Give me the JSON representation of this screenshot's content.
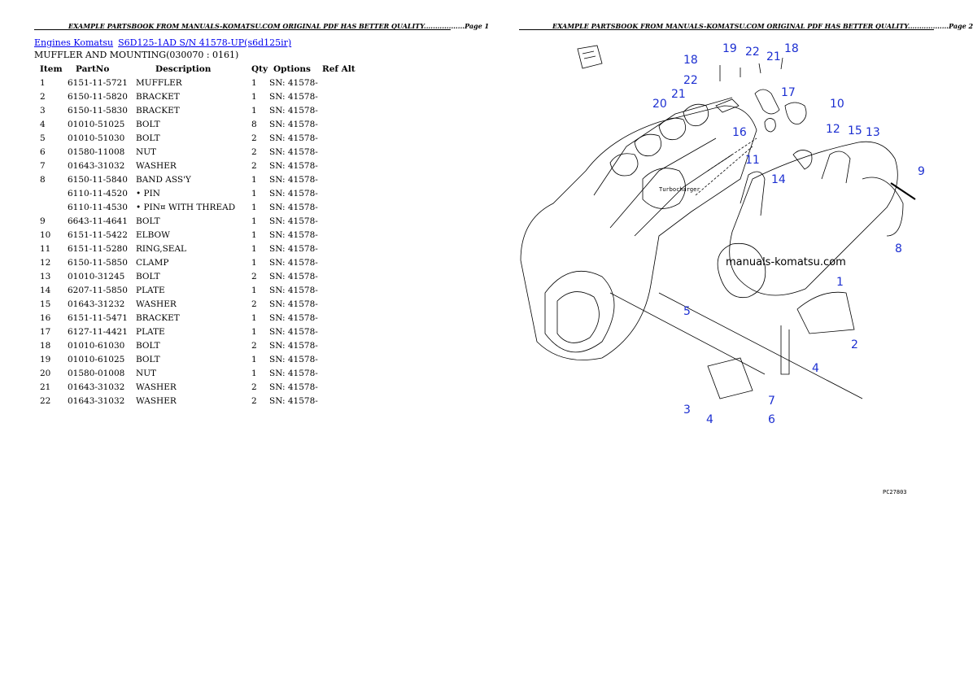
{
  "header": {
    "page1": "EXAMPLE PARTSBOOK FROM MANUALS-KOMATSU.COM ORIGINAL PDF HAS BETTER QUALITY..................Page 1",
    "page2": "EXAMPLE PARTSBOOK FROM MANUALS-KOMATSU.COM ORIGINAL PDF HAS BETTER QUALITY..................Page 2"
  },
  "breadcrumb": {
    "engines": "Engines Komatsu",
    "model": "S6D125-1AD S/N 41578-UP(s6d125ir)"
  },
  "subtitle": "MUFFLER AND MOUNTING(030070 : 0161)",
  "table": {
    "headers": [
      "Item",
      "PartNo",
      "Description",
      "Qty",
      "Options",
      "Ref Alt"
    ],
    "rows": [
      {
        "item": "1",
        "part": "6151-11-5721",
        "desc": "MUFFLER",
        "qty": "1",
        "opt": "SN: 41578-"
      },
      {
        "item": "2",
        "part": "6150-11-5820",
        "desc": "BRACKET",
        "qty": "1",
        "opt": "SN: 41578-"
      },
      {
        "item": "3",
        "part": "6150-11-5830",
        "desc": "BRACKET",
        "qty": "1",
        "opt": "SN: 41578-"
      },
      {
        "item": "4",
        "part": "01010-51025",
        "desc": "BOLT",
        "qty": "8",
        "opt": "SN: 41578-"
      },
      {
        "item": "5",
        "part": "01010-51030",
        "desc": "BOLT",
        "qty": "2",
        "opt": "SN: 41578-"
      },
      {
        "item": "6",
        "part": "01580-11008",
        "desc": "NUT",
        "qty": "2",
        "opt": "SN: 41578-"
      },
      {
        "item": "7",
        "part": "01643-31032",
        "desc": "WASHER",
        "qty": "2",
        "opt": "SN: 41578-"
      },
      {
        "item": "8",
        "part": "6150-11-5840",
        "desc": "BAND ASS'Y",
        "qty": "1",
        "opt": "SN: 41578-"
      },
      {
        "item": "",
        "part": "6110-11-4520",
        "desc": "• PIN",
        "qty": "1",
        "opt": "SN: 41578-"
      },
      {
        "item": "",
        "part": "6110-11-4530",
        "desc": "• PIN¤ WITH THREAD",
        "qty": "1",
        "opt": "SN: 41578-"
      },
      {
        "item": "9",
        "part": "6643-11-4641",
        "desc": "BOLT",
        "qty": "1",
        "opt": "SN: 41578-"
      },
      {
        "item": "10",
        "part": "6151-11-5422",
        "desc": "ELBOW",
        "qty": "1",
        "opt": "SN: 41578-"
      },
      {
        "item": "11",
        "part": "6151-11-5280",
        "desc": "RING,SEAL",
        "qty": "1",
        "opt": "SN: 41578-"
      },
      {
        "item": "12",
        "part": "6150-11-5850",
        "desc": "CLAMP",
        "qty": "1",
        "opt": "SN: 41578-"
      },
      {
        "item": "13",
        "part": "01010-31245",
        "desc": "BOLT",
        "qty": "2",
        "opt": "SN: 41578-"
      },
      {
        "item": "14",
        "part": "6207-11-5850",
        "desc": "PLATE",
        "qty": "1",
        "opt": "SN: 41578-"
      },
      {
        "item": "15",
        "part": "01643-31232",
        "desc": "WASHER",
        "qty": "2",
        "opt": "SN: 41578-"
      },
      {
        "item": "16",
        "part": "6151-11-5471",
        "desc": "BRACKET",
        "qty": "1",
        "opt": "SN: 41578-"
      },
      {
        "item": "17",
        "part": "6127-11-4421",
        "desc": "PLATE",
        "qty": "1",
        "opt": "SN: 41578-"
      },
      {
        "item": "18",
        "part": "01010-61030",
        "desc": "BOLT",
        "qty": "2",
        "opt": "SN: 41578-"
      },
      {
        "item": "19",
        "part": "01010-61025",
        "desc": "BOLT",
        "qty": "1",
        "opt": "SN: 41578-"
      },
      {
        "item": "20",
        "part": "01580-01008",
        "desc": "NUT",
        "qty": "1",
        "opt": "SN: 41578-"
      },
      {
        "item": "21",
        "part": "01643-31032",
        "desc": "WASHER",
        "qty": "2",
        "opt": "SN: 41578-"
      },
      {
        "item": "22",
        "part": "01643-31032",
        "desc": "WASHER",
        "qty": "2",
        "opt": "SN: 41578-"
      }
    ]
  },
  "diagram": {
    "watermark": "manuals-komatsu.com",
    "turbo_label": "Turbocharger",
    "code": "PC27803",
    "labels": [
      "19",
      "22",
      "18",
      "21",
      "18",
      "22",
      "17",
      "21",
      "20",
      "10",
      "16",
      "12",
      "15",
      "13",
      "11",
      "14",
      "9",
      "8",
      "1",
      "5",
      "2",
      "4",
      "3",
      "4",
      "7",
      "6"
    ]
  }
}
